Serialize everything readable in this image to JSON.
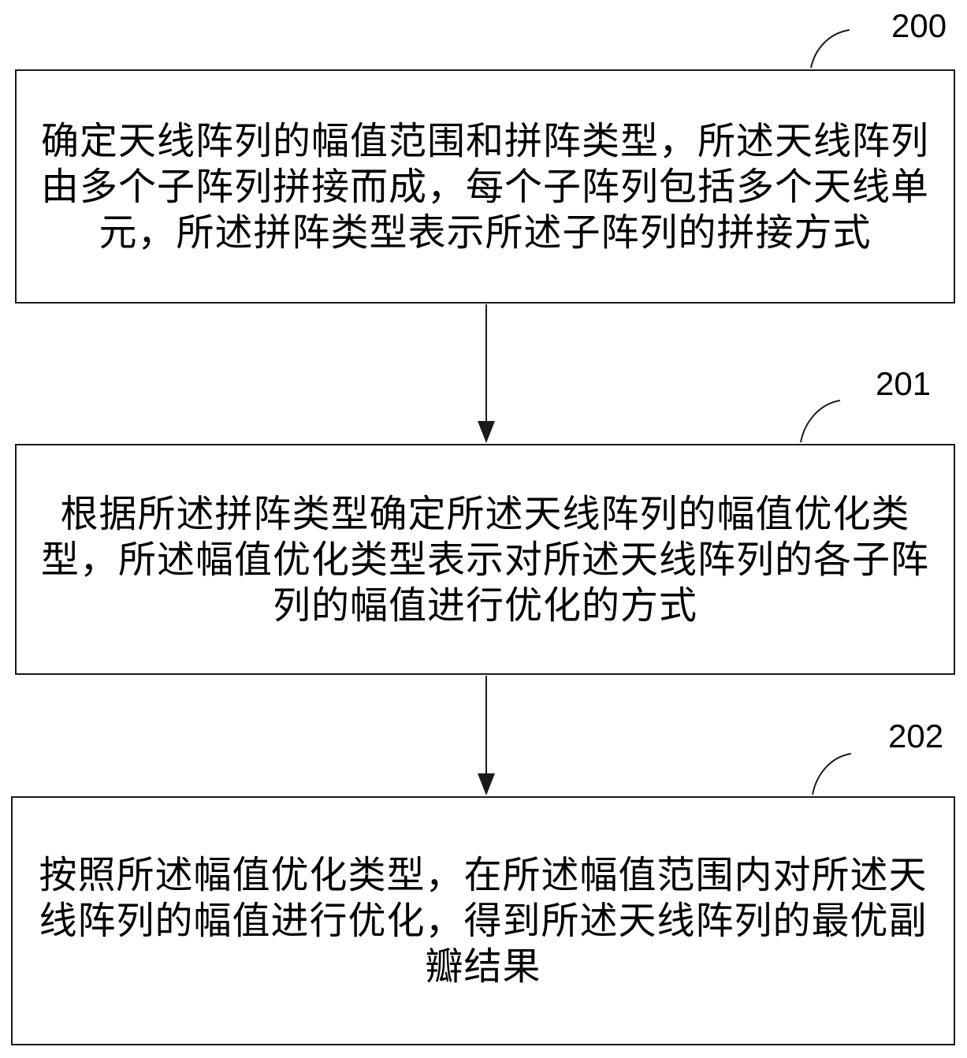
{
  "steps": [
    {
      "id": "200",
      "text": "确定天线阵列的幅值范围和拼阵类型，所述天线阵列由多个子阵列拼接而成，每个子阵列包括多个天线单元，所述拼阵类型表示所述子阵列的拼接方式"
    },
    {
      "id": "201",
      "text": "根据所述拼阵类型确定所述天线阵列的幅值优化类型，所述幅值优化类型表示对所述天线阵列的各子阵列的幅值进行优化的方式"
    },
    {
      "id": "202",
      "text": "按照所述幅值优化类型，在所述幅值范围内对所述天线阵列的幅值进行优化，得到所述天线阵列的最优副瓣结果"
    }
  ],
  "colors": {
    "stroke": "#1a1a1a",
    "background": "#ffffff",
    "text": "#000000"
  }
}
